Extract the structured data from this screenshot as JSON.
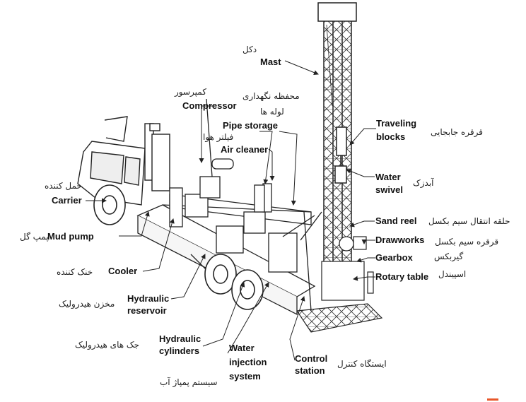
{
  "labels": {
    "mast": {
      "en": "Mast",
      "fa": "دکل"
    },
    "pipe_storage": {
      "en": "Pipe storage",
      "fa_line1": "محفظه نگهداری",
      "fa_line2": "لوله ها"
    },
    "compressor": {
      "en": "Compressor",
      "fa": "کمپرسور"
    },
    "air_cleaner": {
      "en": "Air cleaner",
      "fa": "فیلتر هوا"
    },
    "carrier": {
      "en": "Carrier",
      "fa": "حمل کننده"
    },
    "mud_pump": {
      "en": "Mud pump",
      "fa": "پمپ گل"
    },
    "cooler": {
      "en": "Cooler",
      "fa": "خنک کننده"
    },
    "hydraulic_reservoir": {
      "en_line1": "Hydraulic",
      "en_line2": "reservoir",
      "fa": "مخزن هیدرولیک"
    },
    "hydraulic_cylinders": {
      "en_line1": "Hydraulic",
      "en_line2": "cylinders",
      "fa": "جک های هیدرولیک"
    },
    "water_injection_system": {
      "en_line1": "Water",
      "en_line2": "injection",
      "en_line3": "system",
      "fa": "سیستم پمپاژ آب"
    },
    "control_station": {
      "en_line1": "Control",
      "en_line2": "station",
      "fa": "ایستگاه کنترل"
    },
    "traveling_blocks": {
      "en_line1": "Traveling",
      "en_line2": "blocks",
      "fa": "قرقره جابجایی"
    },
    "water_swivel": {
      "en_line1": "Water",
      "en_line2": "swivel",
      "fa": "آبدزک"
    },
    "sand_reel": {
      "en": "Sand reel",
      "fa": "حلقه انتقال سیم بکسل"
    },
    "drawworks": {
      "en": "Drawworks",
      "fa": "قرقره سیم بکسل"
    },
    "gearbox": {
      "en": "Gearbox",
      "fa": "گیربکس"
    },
    "rotary_table": {
      "en": "Rotary table",
      "fa": "اسپیندل"
    }
  },
  "colors": {
    "ink": "#222222",
    "accent": "#e8572a"
  }
}
